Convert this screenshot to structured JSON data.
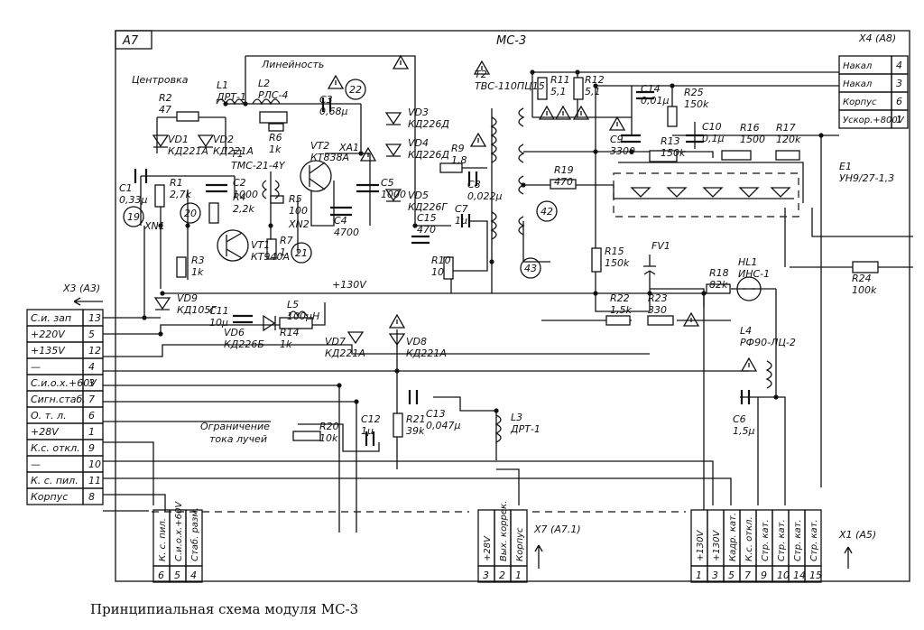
{
  "module": {
    "block_id": "А7",
    "title": "МС-3"
  },
  "caption": "Принципиальная схема модуля МС-3",
  "labels": {
    "centering": "Центровка",
    "linearity": "Линейность",
    "beam_limit": [
      "Ограничение",
      "тока лучей"
    ],
    "hv_supply": "+130V"
  },
  "connectors": {
    "x3": {
      "name": "X3 (A3)",
      "pins": [
        {
          "label": "С.и. зап",
          "num": "13"
        },
        {
          "label": "+220V",
          "num": "5"
        },
        {
          "label": "+135V",
          "num": "12"
        },
        {
          "label": "—",
          "num": "4"
        },
        {
          "label": "С.и.о.х.+60V",
          "num": "3"
        },
        {
          "label": "Сигн.стаб.",
          "num": "7"
        },
        {
          "label": "О. т. л.",
          "num": "6"
        },
        {
          "label": "+28V",
          "num": "1"
        },
        {
          "label": "К.с. откл.",
          "num": "9"
        },
        {
          "label": "—",
          "num": "10"
        },
        {
          "label": "К. с. пил.",
          "num": "11"
        },
        {
          "label": "Корпус",
          "num": "8"
        }
      ]
    },
    "x4": {
      "name": "X4 (A8)",
      "pins": [
        {
          "label": "Накал",
          "num": "4"
        },
        {
          "label": "Накал",
          "num": "3"
        },
        {
          "label": "Корпус",
          "num": "6"
        },
        {
          "label": "Ускор.+800V",
          "num": "1"
        }
      ]
    },
    "x7": {
      "name": "X7 (A7.1)",
      "pins": [
        {
          "label": "+28V",
          "num": "3"
        },
        {
          "label": "Вых. коррек.",
          "num": "2"
        },
        {
          "label": "Корпус",
          "num": "1"
        }
      ]
    },
    "x1": {
      "name": "X1 (A5)",
      "pins": [
        {
          "label": "+130V",
          "num": "1"
        },
        {
          "label": "+130V",
          "num": "3"
        },
        {
          "label": "Кадр. кат.",
          "num": "5"
        },
        {
          "label": "К.с. откл.",
          "num": "7"
        },
        {
          "label": "Стр. кат.",
          "num": "9"
        },
        {
          "label": "Стр. кат.",
          "num": "10"
        },
        {
          "label": "Стр. кат.",
          "num": "14"
        },
        {
          "label": "Стр. кат.",
          "num": "15"
        }
      ]
    },
    "bottom_left": {
      "pins": [
        {
          "label": "К. с. пил.",
          "num": "6"
        },
        {
          "label": "С.и.о.х.+60V",
          "num": "5"
        },
        {
          "label": "Стаб. разм.",
          "num": "4"
        }
      ]
    }
  },
  "components": {
    "R2": [
      "R2",
      "47"
    ],
    "L1": [
      "L1",
      "ДРТ-1"
    ],
    "L2": [
      "L2",
      "РЛС-4"
    ],
    "R6": [
      "R6",
      "1k"
    ],
    "C3": [
      "C3",
      "0,68μ"
    ],
    "VT2": [
      "VT2",
      "КТ838А"
    ],
    "T1": [
      "T1",
      "ТМС-21-4Y"
    ],
    "VD1": [
      "VD1",
      "КД221А"
    ],
    "VD2": [
      "VD2",
      "КД221А"
    ],
    "C1": [
      "C1",
      "0,33μ"
    ],
    "R1": [
      "R1",
      "2,7k"
    ],
    "C2": [
      "C2",
      "1000"
    ],
    "R4": [
      "R4",
      "2,2k"
    ],
    "R5": [
      "R5",
      "100"
    ],
    "R3": [
      "R3",
      "1k"
    ],
    "VT1": [
      "VT1",
      "КТ940А"
    ],
    "R7": [
      "R7",
      "1"
    ],
    "C4": [
      "C4",
      "4700"
    ],
    "C5": [
      "C5",
      "1000"
    ],
    "XA1": [
      "XA1"
    ],
    "XN1": [
      "XN1"
    ],
    "XN2": [
      "XN2"
    ],
    "VD3": [
      "VD3",
      "КД226Д"
    ],
    "VD4": [
      "VD4",
      "КД226Д"
    ],
    "VD5": [
      "VD5",
      "КД226Г"
    ],
    "R9": [
      "R9",
      "1,8"
    ],
    "C8": [
      "C8",
      "0,022μ"
    ],
    "C15": [
      "C15",
      "470"
    ],
    "C7": [
      "C7",
      "1μ"
    ],
    "R10": [
      "R10",
      "10"
    ],
    "T2": [
      "T2",
      "ТВС-110ПЦ15"
    ],
    "R11": [
      "R11",
      "5,1"
    ],
    "R12": [
      "R12",
      "5,1"
    ],
    "C14": [
      "C14",
      "0,01μ"
    ],
    "R25": [
      "R25",
      "150k"
    ],
    "C9": [
      "C9",
      "3300"
    ],
    "R13": [
      "R13",
      "150k"
    ],
    "C10": [
      "C10",
      "0,1μ"
    ],
    "R16": [
      "R16",
      "1500"
    ],
    "R17": [
      "R17",
      "120k"
    ],
    "R19": [
      "R19",
      "470"
    ],
    "E1": [
      "E1",
      "УН9/27-1,3"
    ],
    "R15": [
      "R15",
      "150k"
    ],
    "FV1": [
      "FV1"
    ],
    "R24": [
      "R24",
      "100k"
    ],
    "R18": [
      "R18",
      "82k"
    ],
    "HL1": [
      "HL1",
      "ИНС-1"
    ],
    "R22": [
      "R22",
      "1,5k"
    ],
    "R23": [
      "R23",
      "330"
    ],
    "VD9": [
      "VD9",
      "КД105Г"
    ],
    "C11": [
      "C11",
      "10μ"
    ],
    "VD6": [
      "VD6",
      "КД226Б"
    ],
    "L5": [
      "L5",
      "100μH"
    ],
    "R14": [
      "R14",
      "1k"
    ],
    "VD7": [
      "VD7",
      "КД221А"
    ],
    "VD8": [
      "VD8",
      "КД221А"
    ],
    "L4": [
      "L4",
      "РФ90-ЛЦ-2"
    ],
    "C6": [
      "C6",
      "1,5μ"
    ],
    "R20": [
      "R20",
      "10k"
    ],
    "C12": [
      "C12",
      "1μ"
    ],
    "R21": [
      "R21",
      "39k"
    ],
    "C13": [
      "C13",
      "0,047μ"
    ],
    "L3": [
      "L3",
      "ДРТ-1"
    ]
  },
  "test_points": [
    "19",
    "20",
    "21",
    "22",
    "42",
    "43"
  ]
}
